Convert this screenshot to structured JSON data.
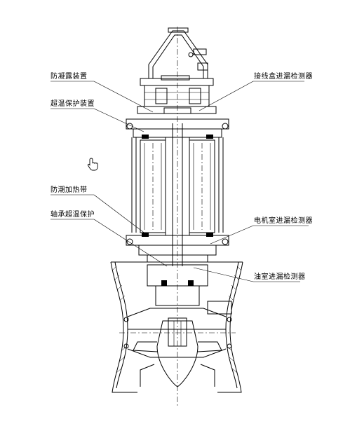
{
  "labels": {
    "anti_condensation": "防凝露装置",
    "over_temp_protection": "超温保护装置",
    "moisture_heater": "防潮加热带",
    "bearing_over_temp": "轴承超温保护",
    "junction_box_leak": "接线盒进漏检测器",
    "motor_chamber_leak": "电机室进漏检测器",
    "oil_chamber_leak": "油室进漏检测器"
  },
  "colors": {
    "line": "#000000",
    "background": "#ffffff"
  },
  "cursor_icon": "hand-pointer-icon"
}
